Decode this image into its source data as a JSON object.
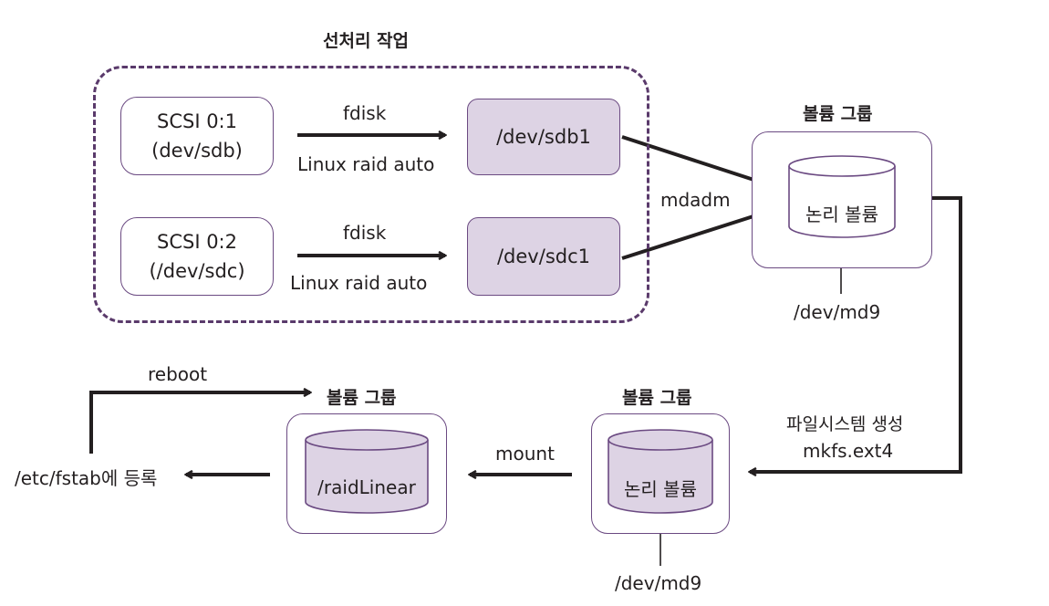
{
  "headings": {
    "preprocess": "선처리 작업",
    "vg_top": "볼륨 그룹",
    "vg_mid": "볼륨 그룹",
    "vg_left": "볼륨 그룹"
  },
  "disks": {
    "disk1_line1": "SCSI 0:1",
    "disk1_line2": "(dev/sdb)",
    "disk2_line1": "SCSI 0:2",
    "disk2_line2": "(/dev/sdc)"
  },
  "partitions": {
    "p1": "/dev/sdb1",
    "p2": "/dev/sdc1"
  },
  "arrows": {
    "fdisk1": "fdisk",
    "raid1": "Linux raid auto",
    "fdisk2": "fdisk",
    "raid2": "Linux raid auto",
    "mdadm": "mdadm",
    "mkfs_title": "파일시스템 생성",
    "mkfs_cmd": "mkfs.ext4",
    "mount": "mount",
    "reboot": "reboot"
  },
  "volumes": {
    "top_label": "논리 볼륨",
    "top_dev": "/dev/md9",
    "mid_label": "논리 볼륨",
    "mid_dev": "/dev/md9",
    "left_label": "/raidLinear"
  },
  "fstab": "/etc/fstab에 등록",
  "colors": {
    "border": "#6b4a82",
    "fill": "#ddd3e4",
    "dashed": "#5a3a6b",
    "arrow": "#231f20"
  }
}
